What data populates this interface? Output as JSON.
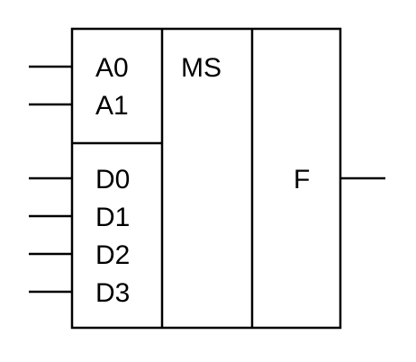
{
  "diagram": {
    "address_inputs": [
      "A0",
      "A1"
    ],
    "data_inputs": [
      "D0",
      "D1",
      "D2",
      "D3"
    ],
    "function_label": "MS",
    "output_label": "F"
  },
  "colors": {
    "stroke": "#000000",
    "background": "#ffffff"
  }
}
